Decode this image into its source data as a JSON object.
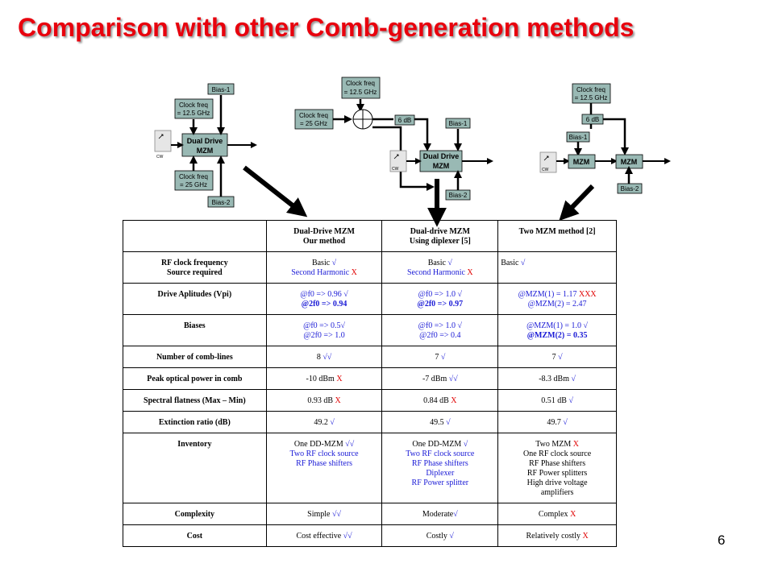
{
  "title": "Comparison with other Comb-generation methods",
  "page_number": "6",
  "diagrams": {
    "d1": {
      "bias1": "Bias-1",
      "bias2": "Bias-2",
      "clock_top_1": "Clock freq",
      "clock_top_2": "= 12.5 GHz",
      "clock_bot_1": "Clock freq",
      "clock_bot_2": "= 25 GHz",
      "mzm_1": "Dual Drive",
      "mzm_2": "MZM",
      "cw": "CW"
    },
    "d2": {
      "clock_a_1": "Clock freq",
      "clock_a_2": "= 12.5 GHz",
      "clock_b_1": "Clock freq",
      "clock_b_2": "= 25 GHz",
      "db": "6 dB",
      "bias1": "Bias-1",
      "bias2": "Bias-2",
      "mzm_1": "Dual Drive",
      "mzm_2": "MZM",
      "cw": "CW"
    },
    "d3": {
      "clock_1": "Clock freq",
      "clock_2": "= 12.5 GHz",
      "db": "6 dB",
      "bias1": "Bias-1",
      "bias2": "Bias-2",
      "mzm_a": "MZM",
      "mzm_b": "MZM",
      "cw": "CW"
    }
  },
  "table": {
    "headers": [
      {
        "l1": "",
        "l2": ""
      },
      {
        "l1": "Dual-Drive MZM",
        "l2": "Our method"
      },
      {
        "l1": "Dual-drive MZM",
        "l2": "Using diplexer [5]"
      },
      {
        "l1": "Two MZM method [2]",
        "l2": ""
      }
    ],
    "rows": [
      {
        "label": [
          "RF clock frequency",
          "Source required"
        ],
        "cells": [
          [
            [
              {
                "t": "Basic "
              },
              {
                "t": "√",
                "c": "bb"
              }
            ],
            [
              {
                "t": "Second Harmonic ",
                "c": "b"
              },
              {
                "t": "X",
                "c": "r"
              }
            ]
          ],
          [
            [
              {
                "t": "Basic "
              },
              {
                "t": "√",
                "c": "bb"
              }
            ],
            [
              {
                "t": "Second Harmonic ",
                "c": "b"
              },
              {
                "t": "X",
                "c": "r"
              }
            ]
          ],
          [
            [
              {
                "t": "Basic "
              },
              {
                "t": "√",
                "c": "bb"
              }
            ]
          ]
        ],
        "third_left": true
      },
      {
        "label": [
          "Drive Aplitudes (Vpi)"
        ],
        "cells": [
          [
            [
              {
                "t": "@f0 => 0.96 ",
                "c": "b"
              },
              {
                "t": "√",
                "c": "bb"
              }
            ],
            [
              {
                "t": "@2f0 => 0.94",
                "c": "bb"
              }
            ]
          ],
          [
            [
              {
                "t": "@f0 => 1.0 ",
                "c": "b"
              },
              {
                "t": "√",
                "c": "bb"
              }
            ],
            [
              {
                "t": "@2f0 => 0.97",
                "c": "bb"
              }
            ]
          ],
          [
            [
              {
                "t": "@MZM(1) = 1.17 ",
                "c": "b"
              },
              {
                "t": "XXX",
                "c": "r"
              }
            ],
            [
              {
                "t": "@MZM(2) = 2.47",
                "c": "b"
              }
            ]
          ]
        ]
      },
      {
        "label": [
          "Biases"
        ],
        "cells": [
          [
            [
              {
                "t": "@f0 => 0.5",
                "c": "b"
              },
              {
                "t": "√",
                "c": "bb"
              }
            ],
            [
              {
                "t": "@2f0 => 1.0",
                "c": "b"
              }
            ]
          ],
          [
            [
              {
                "t": "@f0 => 1.0 ",
                "c": "b"
              },
              {
                "t": "√",
                "c": "bb"
              }
            ],
            [
              {
                "t": "@2f0 => 0.4",
                "c": "b"
              }
            ]
          ],
          [
            [
              {
                "t": "@MZM(1) = 1.0 ",
                "c": "b"
              },
              {
                "t": "√",
                "c": "bb"
              }
            ],
            [
              {
                "t": "@MZM(2) = 0.35",
                "c": "bb"
              }
            ]
          ]
        ]
      },
      {
        "label": [
          "Number of comb-lines"
        ],
        "cells": [
          [
            [
              {
                "t": "8 "
              },
              {
                "t": "√√",
                "c": "bb"
              }
            ]
          ],
          [
            [
              {
                "t": "7 "
              },
              {
                "t": "√",
                "c": "bb"
              }
            ]
          ],
          [
            [
              {
                "t": "7 "
              },
              {
                "t": "√",
                "c": "bb"
              }
            ]
          ]
        ]
      },
      {
        "label": [
          "Peak optical power in comb"
        ],
        "cells": [
          [
            [
              {
                "t": "-10 dBm "
              },
              {
                "t": "X",
                "c": "r"
              }
            ]
          ],
          [
            [
              {
                "t": "-7 dBm "
              },
              {
                "t": "√√",
                "c": "bb"
              }
            ]
          ],
          [
            [
              {
                "t": "-8.3 dBm "
              },
              {
                "t": "√",
                "c": "bb"
              }
            ]
          ]
        ]
      },
      {
        "label": [
          "Spectral flatness (Max – Min)"
        ],
        "cells": [
          [
            [
              {
                "t": "0.93 dB "
              },
              {
                "t": "X",
                "c": "r"
              }
            ]
          ],
          [
            [
              {
                "t": "0.84 dB "
              },
              {
                "t": "X",
                "c": "r"
              }
            ]
          ],
          [
            [
              {
                "t": "0.51 dB "
              },
              {
                "t": "√",
                "c": "bb"
              }
            ]
          ]
        ]
      },
      {
        "label": [
          "Extinction ratio (dB)"
        ],
        "cells": [
          [
            [
              {
                "t": "49.2 "
              },
              {
                "t": "√",
                "c": "bb"
              }
            ]
          ],
          [
            [
              {
                "t": "49.5 "
              },
              {
                "t": "√",
                "c": "bb"
              }
            ]
          ],
          [
            [
              {
                "t": "49.7 "
              },
              {
                "t": "√",
                "c": "bb"
              }
            ]
          ]
        ]
      },
      {
        "label": [
          "Inventory"
        ],
        "cells": [
          [
            [
              {
                "t": "One DD-MZM "
              },
              {
                "t": "√√",
                "c": "bb"
              }
            ],
            [
              {
                "t": "Two RF clock source",
                "c": "b"
              }
            ],
            [
              {
                "t": "RF Phase shifters",
                "c": "b"
              }
            ]
          ],
          [
            [
              {
                "t": "One DD-MZM "
              },
              {
                "t": "√",
                "c": "bb"
              }
            ],
            [
              {
                "t": "Two RF clock source",
                "c": "b"
              }
            ],
            [
              {
                "t": "RF Phase shifters",
                "c": "b"
              }
            ],
            [
              {
                "t": "Diplexer",
                "c": "b"
              }
            ],
            [
              {
                "t": "RF Power splitter",
                "c": "b"
              }
            ]
          ],
          [
            [
              {
                "t": "Two MZM   "
              },
              {
                "t": "X",
                "c": "r"
              }
            ],
            [
              {
                "t": "One RF clock source"
              }
            ],
            [
              {
                "t": "RF Phase shifters"
              }
            ],
            [
              {
                "t": "RF Power splitters"
              }
            ],
            [
              {
                "t": "High drive voltage"
              }
            ],
            [
              {
                "t": "amplifiers"
              }
            ]
          ]
        ]
      },
      {
        "label": [
          "Complexity"
        ],
        "cells": [
          [
            [
              {
                "t": "Simple "
              },
              {
                "t": "√√",
                "c": "bb"
              }
            ]
          ],
          [
            [
              {
                "t": "Moderate"
              },
              {
                "t": "√",
                "c": "bb"
              }
            ]
          ],
          [
            [
              {
                "t": "Complex  "
              },
              {
                "t": "X",
                "c": "r"
              }
            ]
          ]
        ]
      },
      {
        "label": [
          "Cost"
        ],
        "cells": [
          [
            [
              {
                "t": "Cost effective "
              },
              {
                "t": "√√",
                "c": "bb"
              }
            ]
          ],
          [
            [
              {
                "t": "Costly "
              },
              {
                "t": "√",
                "c": "bb"
              }
            ]
          ],
          [
            [
              {
                "t": "Relatively costly "
              },
              {
                "t": "X",
                "c": "r"
              }
            ]
          ]
        ]
      }
    ]
  }
}
